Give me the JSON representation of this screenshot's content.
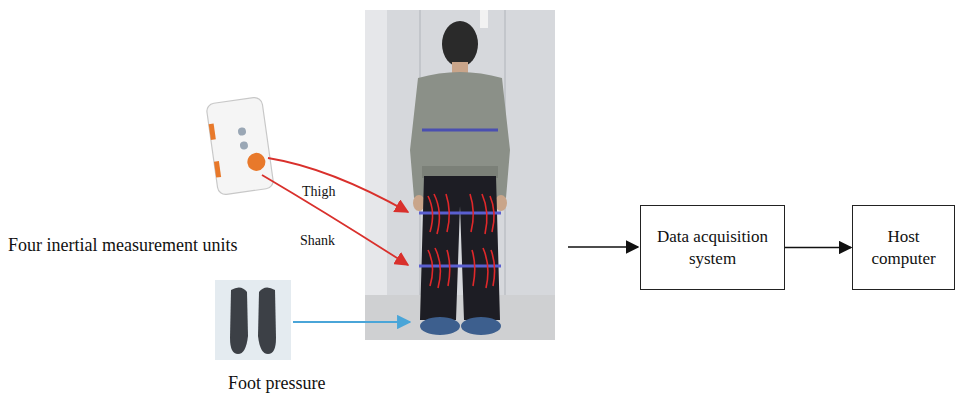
{
  "diagram": {
    "nodes": [
      {
        "text": [
          "Four inertial measurement units"
        ]
      },
      {
        "text": [
          "Foot pressure"
        ]
      },
      {
        "text": [
          "Data acquisition system"
        ]
      },
      {
        "text": [
          "Host computer"
        ]
      }
    ],
    "edges": [
      {
        "from": 2,
        "to": 3,
        "arrow": "to"
      }
    ],
    "labels": [
      "Thigh",
      "Shank"
    ]
  }
}
